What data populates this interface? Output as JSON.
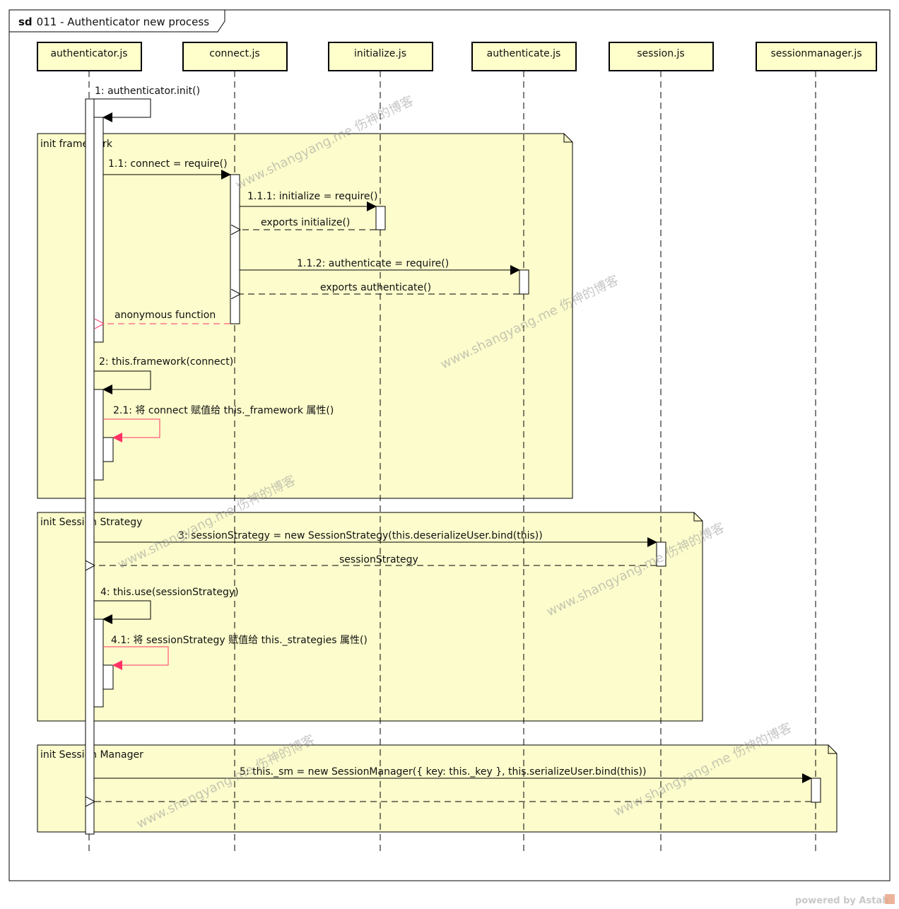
{
  "frame": {
    "prefix": "sd",
    "title": "011 - Authenticator new process"
  },
  "lifelines": [
    {
      "id": "authenticator",
      "label": "authenticator.js"
    },
    {
      "id": "connect",
      "label": "connect.js"
    },
    {
      "id": "initialize",
      "label": "initialize.js"
    },
    {
      "id": "authenticate",
      "label": "authenticate.js"
    },
    {
      "id": "session",
      "label": "session.js"
    },
    {
      "id": "sessionmanager",
      "label": "sessionmanager.js"
    }
  ],
  "fragments": [
    {
      "id": "init-framework",
      "label": "init framework"
    },
    {
      "id": "init-session-strategy",
      "label": "init Session Strategy"
    },
    {
      "id": "init-session-manager",
      "label": "init Session Manager"
    }
  ],
  "messages": [
    {
      "id": "m1",
      "label": "1: authenticator.init()",
      "kind": "self"
    },
    {
      "id": "m1-1",
      "label": "1.1: connect = require()",
      "kind": "call"
    },
    {
      "id": "m1-1-1",
      "label": "1.1.1: initialize = require()",
      "kind": "call"
    },
    {
      "id": "r1-1-1",
      "label": "exports initialize()",
      "kind": "return"
    },
    {
      "id": "m1-1-2",
      "label": "1.1.2: authenticate = require()",
      "kind": "call"
    },
    {
      "id": "r1-1-2",
      "label": "exports authenticate()",
      "kind": "return"
    },
    {
      "id": "r1-1",
      "label": "anonymous function",
      "kind": "return"
    },
    {
      "id": "m2",
      "label": "2: this.framework(connect)",
      "kind": "self"
    },
    {
      "id": "m2-1",
      "label": "2.1: 将 connect 赋值给 this._framework 属性()",
      "kind": "self"
    },
    {
      "id": "m3",
      "label": "3: sessionStrategy = new SessionStrategy(this.deserializeUser.bind(this))",
      "kind": "call"
    },
    {
      "id": "r3",
      "label": "sessionStrategy",
      "kind": "return"
    },
    {
      "id": "m4",
      "label": "4: this.use(sessionStrategy)",
      "kind": "self"
    },
    {
      "id": "m4-1",
      "label": "4.1: 将 sessionStrategy 赋值给 this._strategies 属性()",
      "kind": "self"
    },
    {
      "id": "m5",
      "label": "5: this._sm = new SessionManager({ key: this._key }, this.serializeUser.bind(this))",
      "kind": "call"
    },
    {
      "id": "r5",
      "label": "",
      "kind": "return"
    }
  ],
  "watermark": "www.shangyang.me 伤神的博客",
  "footer": "powered by Astah",
  "colors": {
    "fragment_fill": "#fcfccc",
    "lifeline_fill": "#ffffcc",
    "accent_arrow": "#ff3366"
  }
}
